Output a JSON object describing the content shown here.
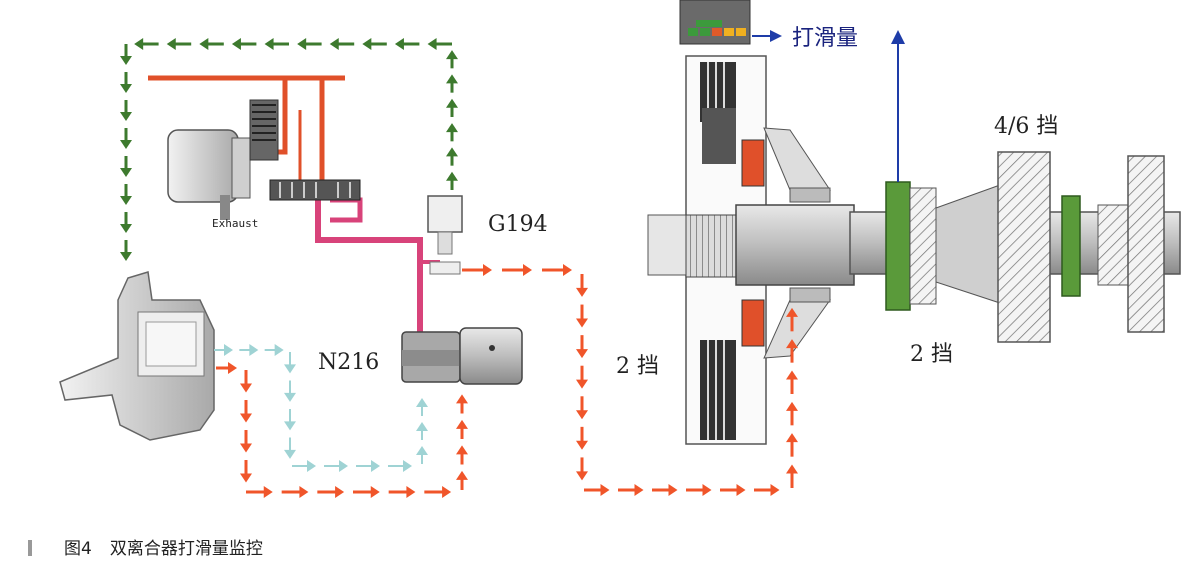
{
  "labels": {
    "slip_amount": "打滑量",
    "gear_46": "4/6 挡",
    "gear_2_clutch": "2 挡",
    "gear_2_shaft": "2 挡",
    "sensor_g194": "G194",
    "valve_n216": "N216",
    "exhaust": "Exhaust"
  },
  "caption": {
    "figure_number": "图4",
    "title": "双离合器打滑量监控"
  },
  "colors": {
    "orange_arrow": "#f0552a",
    "green_arrow": "#3d7a2e",
    "cyan_arrow": "#9fd3d4",
    "blue_arrow": "#1e3ca8",
    "hydraulic_red": "#e0502a",
    "hydraulic_pink": "#d8437a",
    "gear_green": "#5a9a3a"
  }
}
